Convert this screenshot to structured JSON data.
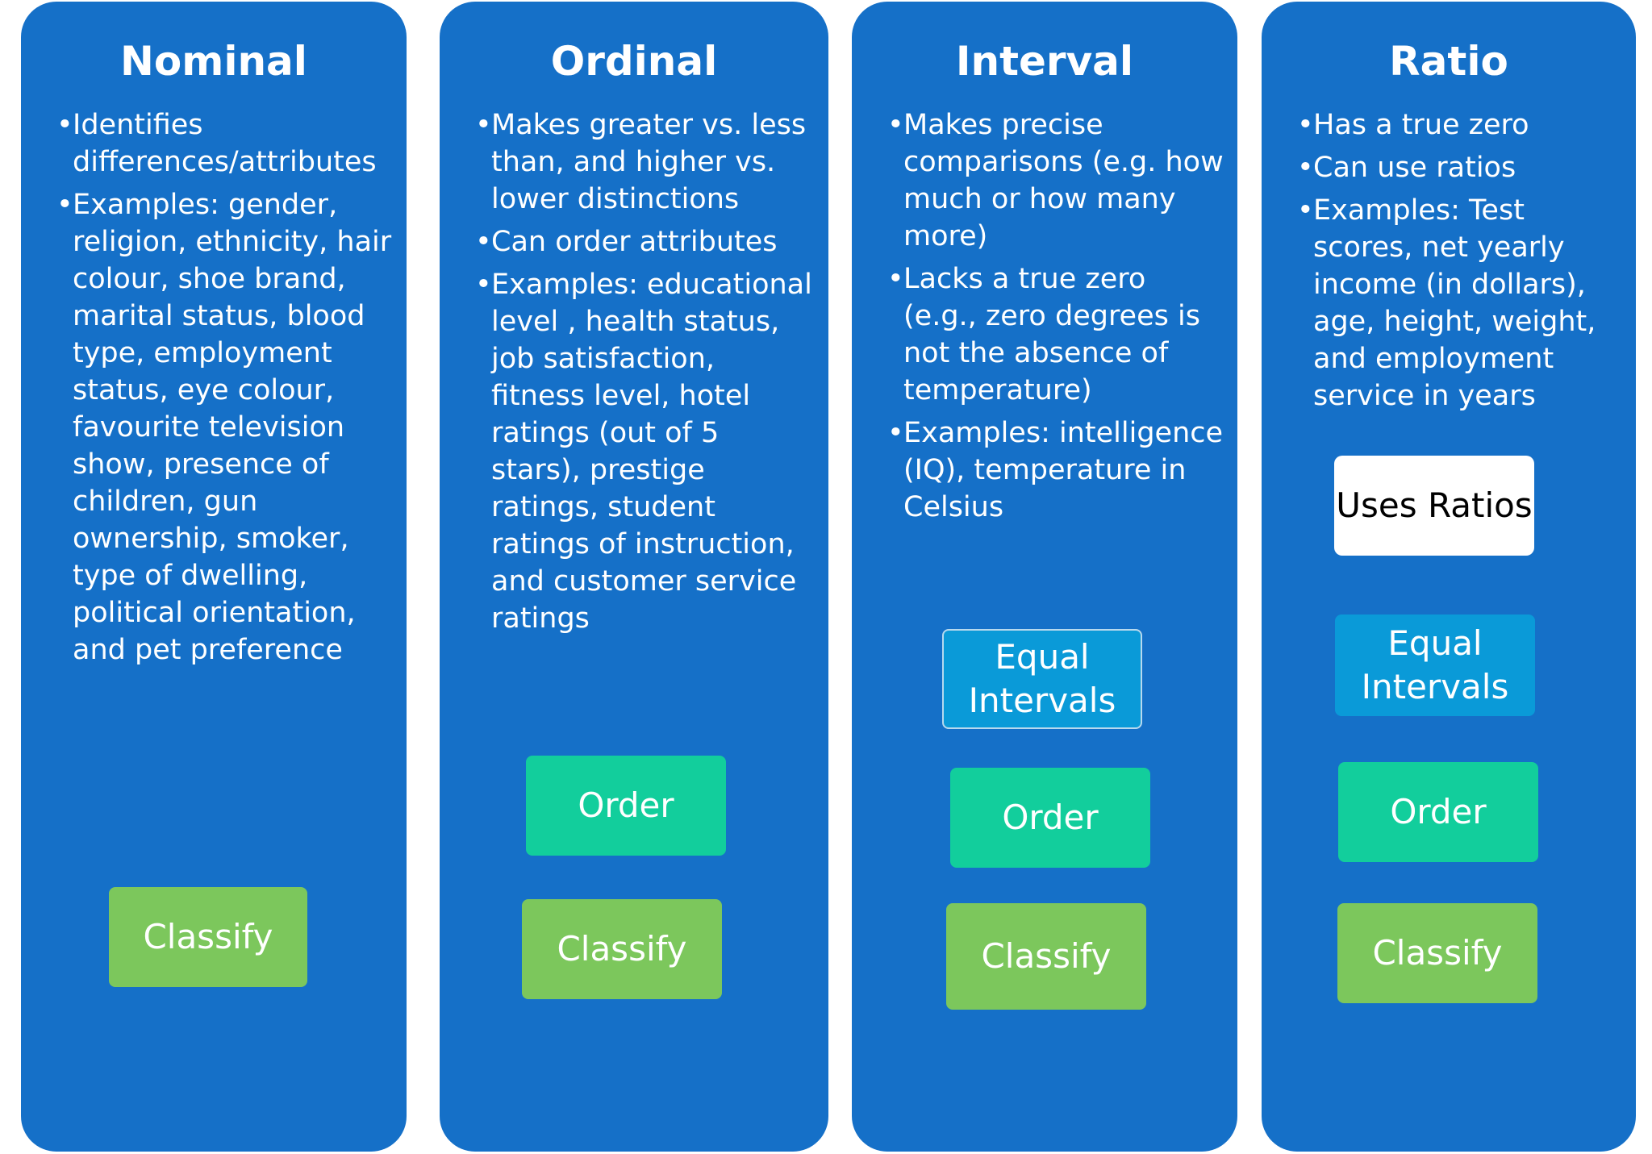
{
  "colors": {
    "column": "#1570c8",
    "classify": "#7cc75c",
    "order": "#12ce9c",
    "equal_intervals": "#0a9ad8",
    "uses_ratios": "#ffffff"
  },
  "bullet_symbol": "•",
  "columns": [
    {
      "title": "Nominal",
      "bullets": [
        "Identifies differences/attributes",
        "Examples: gender, religion, ethnicity, hair colour, shoe brand, marital status, blood type, employment status, eye colour, favourite television show, presence of children, gun ownership, smoker, type of dwelling, political orientation, and pet preference"
      ],
      "tags": [
        "Classify"
      ]
    },
    {
      "title": "Ordinal",
      "bullets": [
        "Makes greater vs. less than, and higher vs. lower distinctions",
        "Can order attributes",
        "Examples: educational level , health status, job satisfaction, fitness level, hotel ratings (out of 5 stars), prestige ratings, student ratings of instruction, and customer service ratings"
      ],
      "tags": [
        "Order",
        "Classify"
      ]
    },
    {
      "title": "Interval",
      "bullets": [
        "Makes precise comparisons (e.g. how much or how many more)",
        "Lacks a true zero (e.g., zero degrees is not the  absence of temperature)",
        "Examples: intelligence (IQ), temperature in Celsius"
      ],
      "tags": [
        "Equal Intervals",
        "Order",
        "Classify"
      ]
    },
    {
      "title": "Ratio",
      "bullets": [
        "Has a true zero",
        "Can use ratios",
        "Examples: Test scores, net yearly income (in dollars), age, height, weight, and employment service in years"
      ],
      "tags": [
        "Uses Ratios",
        "Equal Intervals",
        "Order",
        "Classify"
      ]
    }
  ]
}
